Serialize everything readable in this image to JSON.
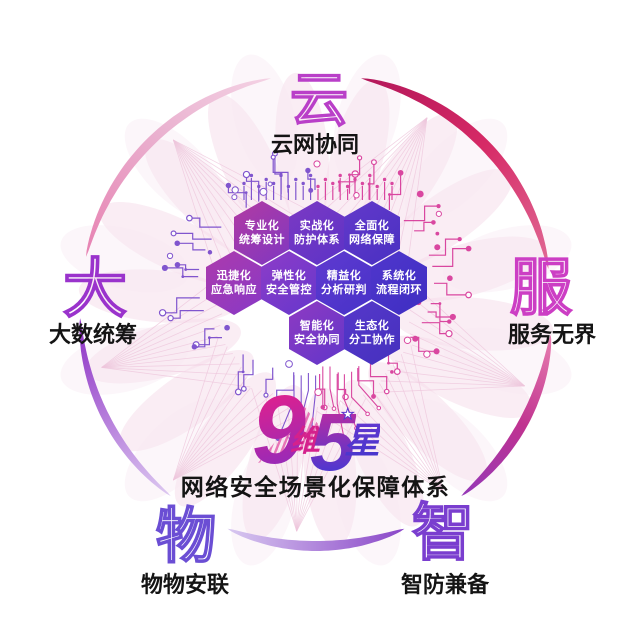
{
  "logo": {
    "nine": "9",
    "wei": "维",
    "five": "5",
    "xing": "星",
    "star": "★"
  },
  "subtitle": "网络安全场景化保障体系",
  "nodes": [
    {
      "id": "cloud",
      "char": "云",
      "label": "云网协同",
      "color": "#b93fc8"
    },
    {
      "id": "data",
      "char": "大",
      "label": "大数统筹",
      "color": "#9a33cc"
    },
    {
      "id": "service",
      "char": "服",
      "label": "服务无界",
      "color": "#cc3ec4"
    },
    {
      "id": "iot",
      "char": "物",
      "label": "物物安联",
      "color": "#6b4ed4"
    },
    {
      "id": "intel",
      "char": "智",
      "label": "智防兼备",
      "color": "#7a3ecf"
    }
  ],
  "hexagons": [
    {
      "line1": "专业化",
      "line2": "统筹设计",
      "from": "#b23aa2",
      "to": "#7f38c2"
    },
    {
      "line1": "实战化",
      "line2": "防护体系",
      "from": "#7c39c4",
      "to": "#5c33c6"
    },
    {
      "line1": "全面化",
      "line2": "网络保障",
      "from": "#6339ca",
      "to": "#4930c2"
    },
    {
      "line1": "迅捷化",
      "line2": "应急响应",
      "from": "#ad3aac",
      "to": "#8839c6"
    },
    {
      "line1": "弹性化",
      "line2": "安全管控",
      "from": "#8d3cc8",
      "to": "#6637cc"
    },
    {
      "line1": "精益化",
      "line2": "分析研判",
      "from": "#5f3ad0",
      "to": "#4732c8"
    },
    {
      "line1": "系统化",
      "line2": "流程闭环",
      "from": "#5036cc",
      "to": "#3e2ec2"
    },
    {
      "line1": "智能化",
      "line2": "安全协同",
      "from": "#8f3ac2",
      "to": "#6136ca"
    },
    {
      "line1": "生态化",
      "line2": "分工协作",
      "from": "#5638ca",
      "to": "#4530be"
    }
  ],
  "colors": {
    "ring_crimson_dark": "#b3175a",
    "ring_crimson": "#d62a66",
    "ring_crimson_light": "#e06a95",
    "ring_magenta_light": "#e87fb0",
    "ring_magenta": "#c03390",
    "ring_purple_mid": "#9438b8",
    "ring_violet": "#8a46c8",
    "ring_lavender": "#d8c8f0",
    "ring_lavender_light": "#ddc9f1",
    "ring_violet_deep": "#8c2fc4",
    "ring_pink": "#e782b2",
    "ring_pink_fade": "#f4d2e4",
    "circuit_purple": "#7a4dcc",
    "circuit_pink": "#d83f9c",
    "petal": "#f5dcea",
    "petal_outer": "#f8e8f2",
    "fan_line": "#eec6dc",
    "logo9_from": "#ea1f87",
    "logo9_to": "#8a2cc0",
    "logo5_from": "#cc2a9a",
    "logo5_to": "#4438d4",
    "logo_wei": "#d4218c",
    "logo_xing_from": "#6d36d0",
    "logo_xing_to": "#4136cc",
    "hatch": "#e560ac",
    "title_color": "#141414"
  }
}
